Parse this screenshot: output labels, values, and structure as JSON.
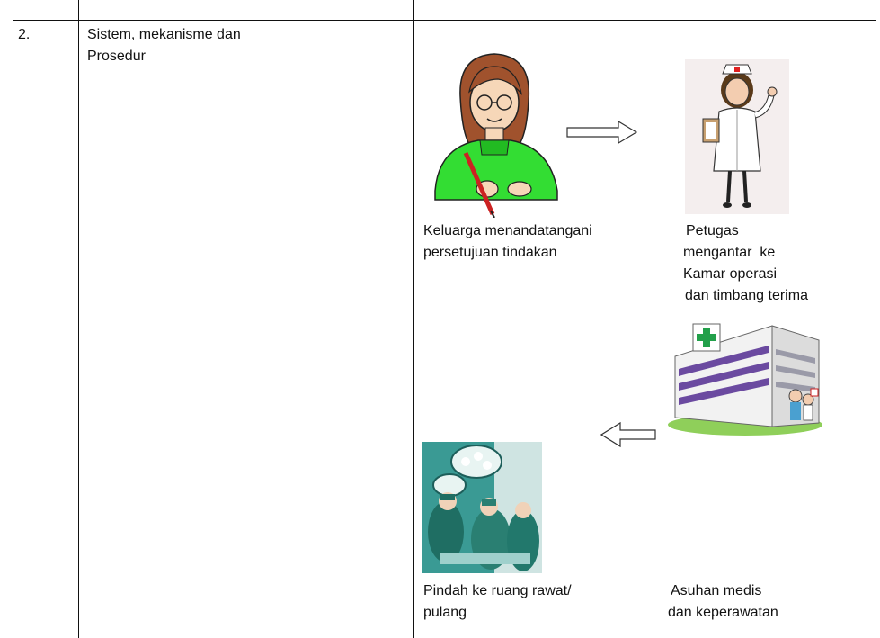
{
  "row": {
    "number": "2.",
    "title_line1": "Sistem, mekanisme dan",
    "title_line2": "Prosedur"
  },
  "flow": {
    "step1": {
      "line1": "Keluarga menandatangani",
      "line2": "persetujuan tindakan",
      "image_icon": "woman-signing-icon"
    },
    "step2": {
      "line1": "Petugas",
      "line2": "mengantar  ke",
      "line3": "Kamar operasi",
      "line4": "dan timbang terima",
      "image_icon": "nurse-icon"
    },
    "step3": {
      "line1": "Asuhan medis",
      "line2": "dan keperawatan",
      "image_icon": "hospital-building-icon"
    },
    "step4": {
      "line1": "Pindah ke ruang rawat/",
      "line2": "pulang",
      "image_icon": "operating-room-photo"
    },
    "arrow_icons": [
      "arrow-right-icon",
      "arrow-left-icon"
    ]
  },
  "colors": {
    "line": "#111111",
    "sweater": "#33cc33",
    "surgical_teal": "#2f8f8a"
  }
}
